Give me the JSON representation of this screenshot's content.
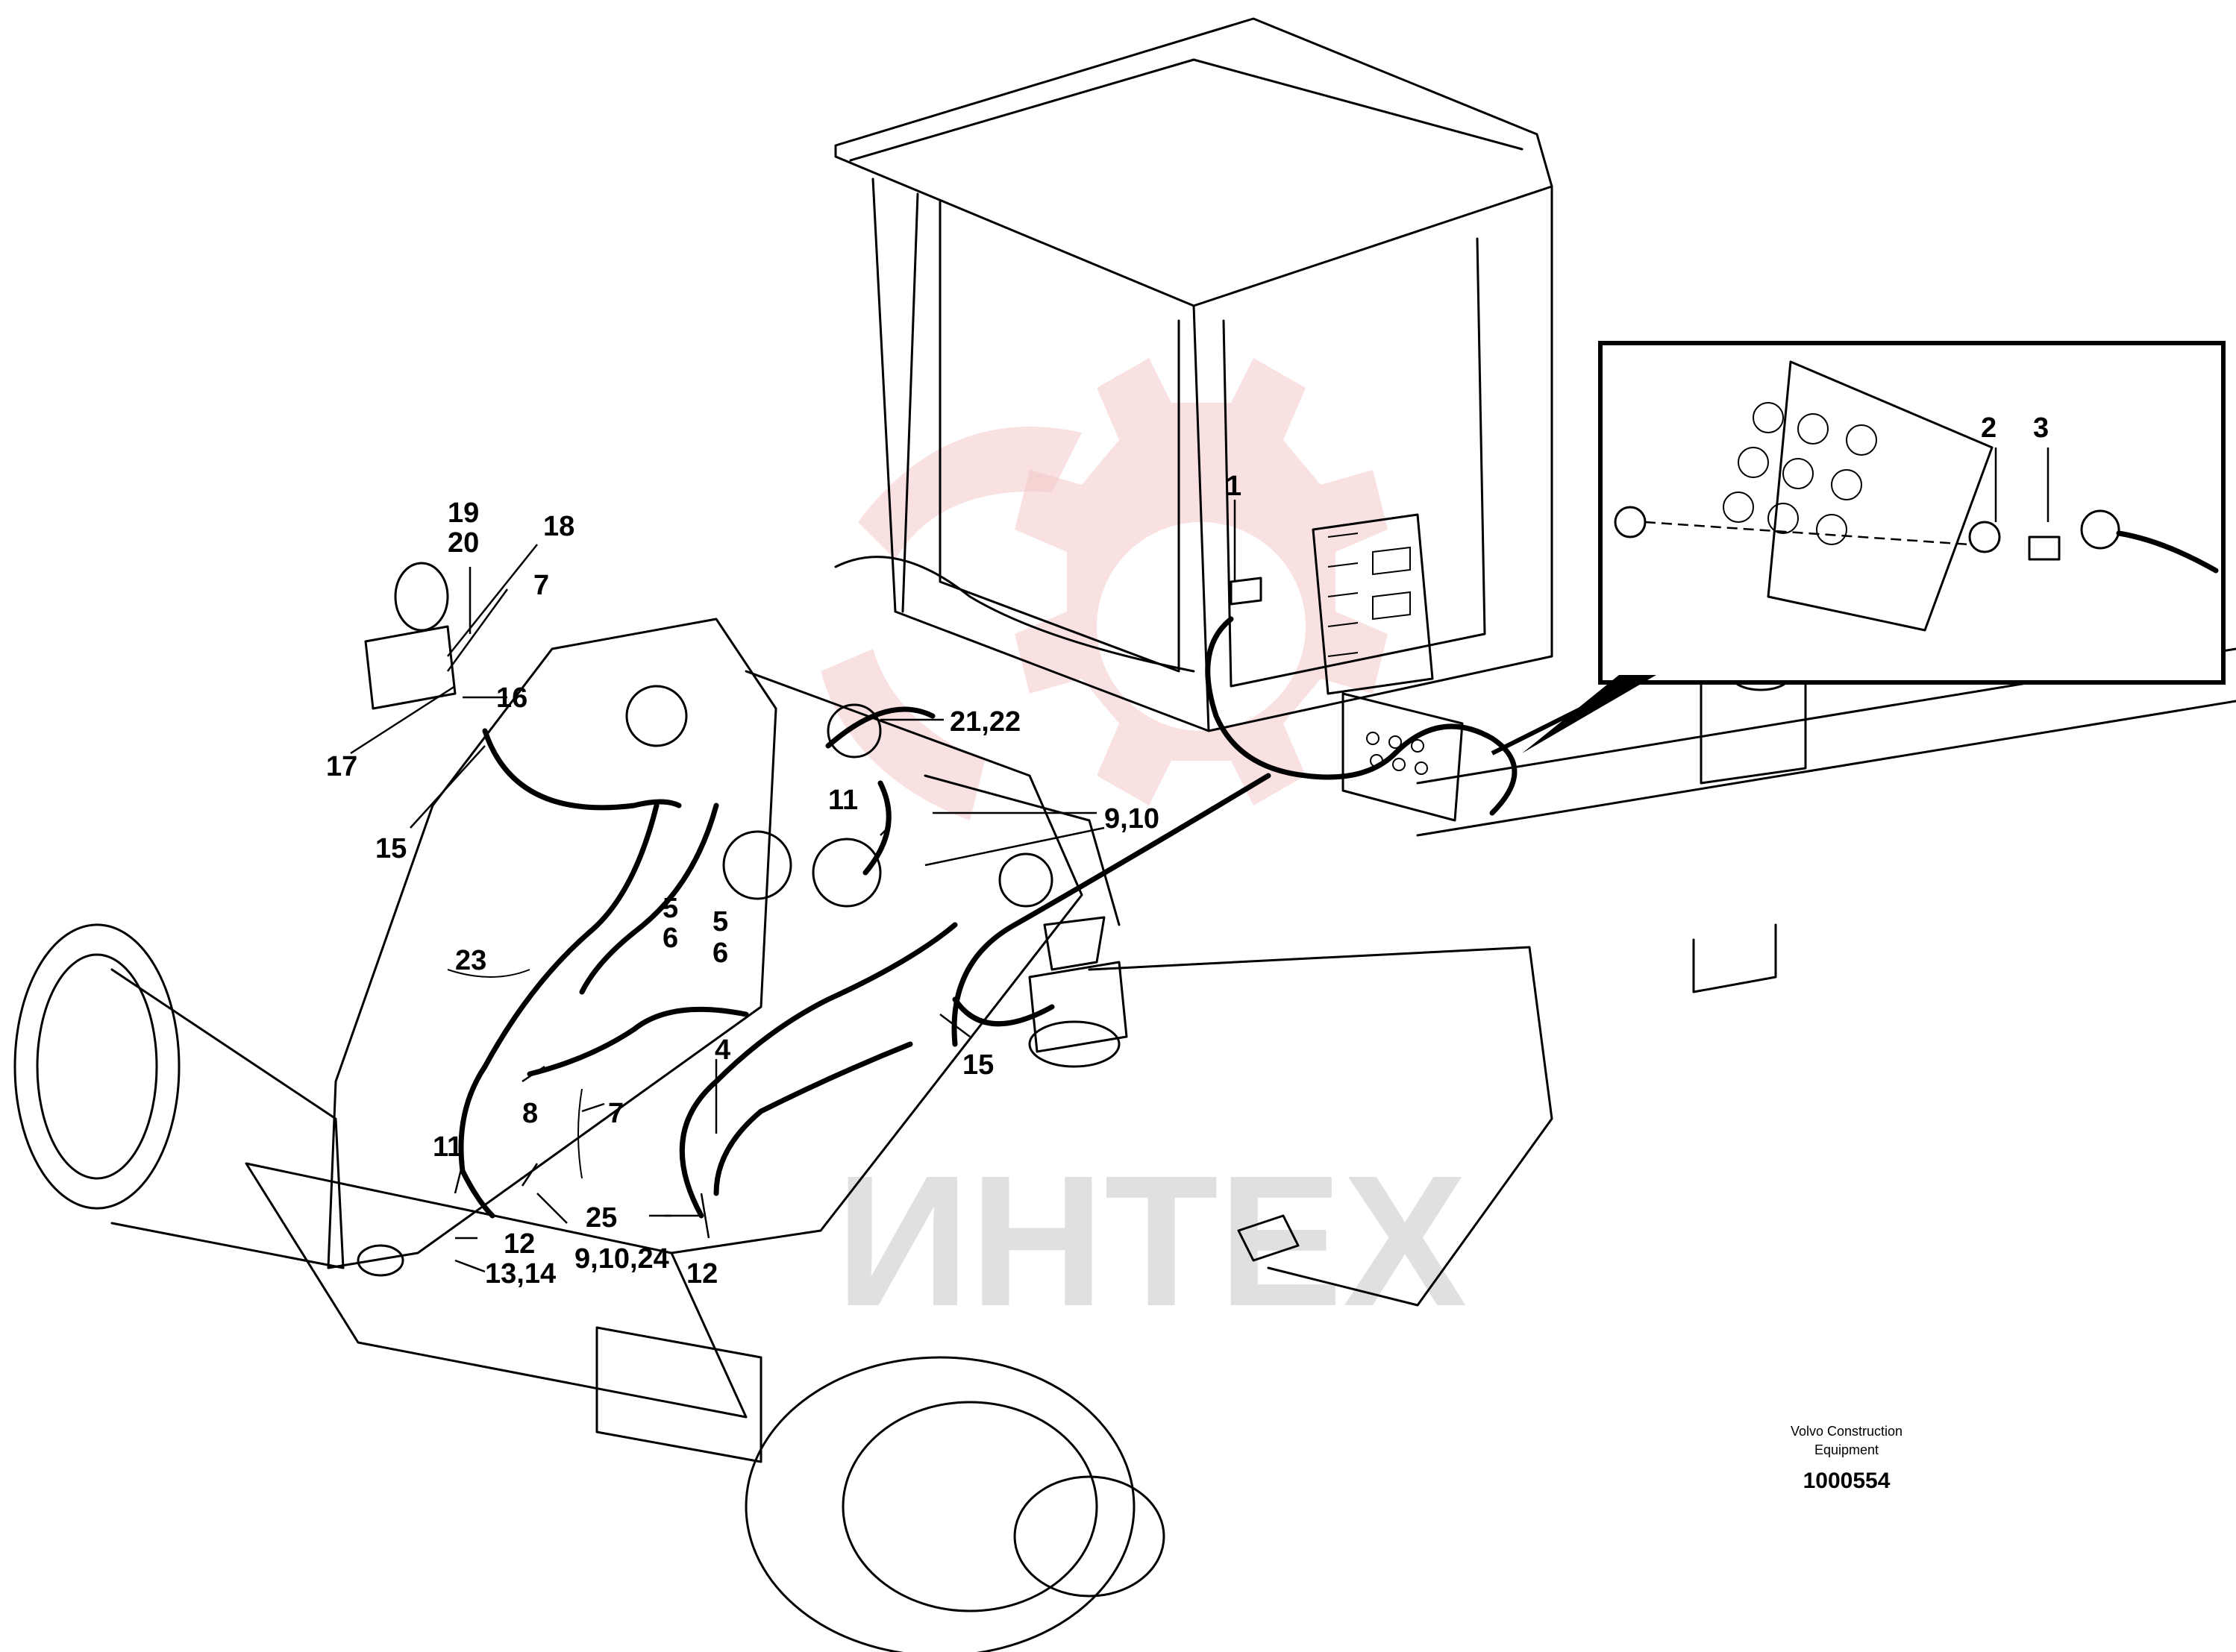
{
  "watermark": {
    "text": "ИНТЕХ",
    "gear_color": "#f4c8c8",
    "text_color": "#c8c8c8"
  },
  "caption": {
    "line1": "Volvo Construction",
    "line2": "Equipment",
    "id": "1000554"
  },
  "callouts": {
    "c1": "1",
    "c2": "2",
    "c3": "3",
    "c19": "19",
    "c20": "20",
    "c18": "18",
    "c7a": "7",
    "c16": "16",
    "c17": "17",
    "c15a": "15",
    "c21_22": "21,22",
    "c11a": "11",
    "c9_10a": "9,10",
    "c5a": "5",
    "c6a": "6",
    "c5b": "5",
    "c6b": "6",
    "c4": "4",
    "c23": "23",
    "c15b": "15",
    "c11b": "11",
    "c8": "8",
    "c7b": "7",
    "c12a": "12",
    "c13_14": "13,14",
    "c9_10_24": "9,10,24",
    "c25": "25",
    "c12b": "12"
  }
}
